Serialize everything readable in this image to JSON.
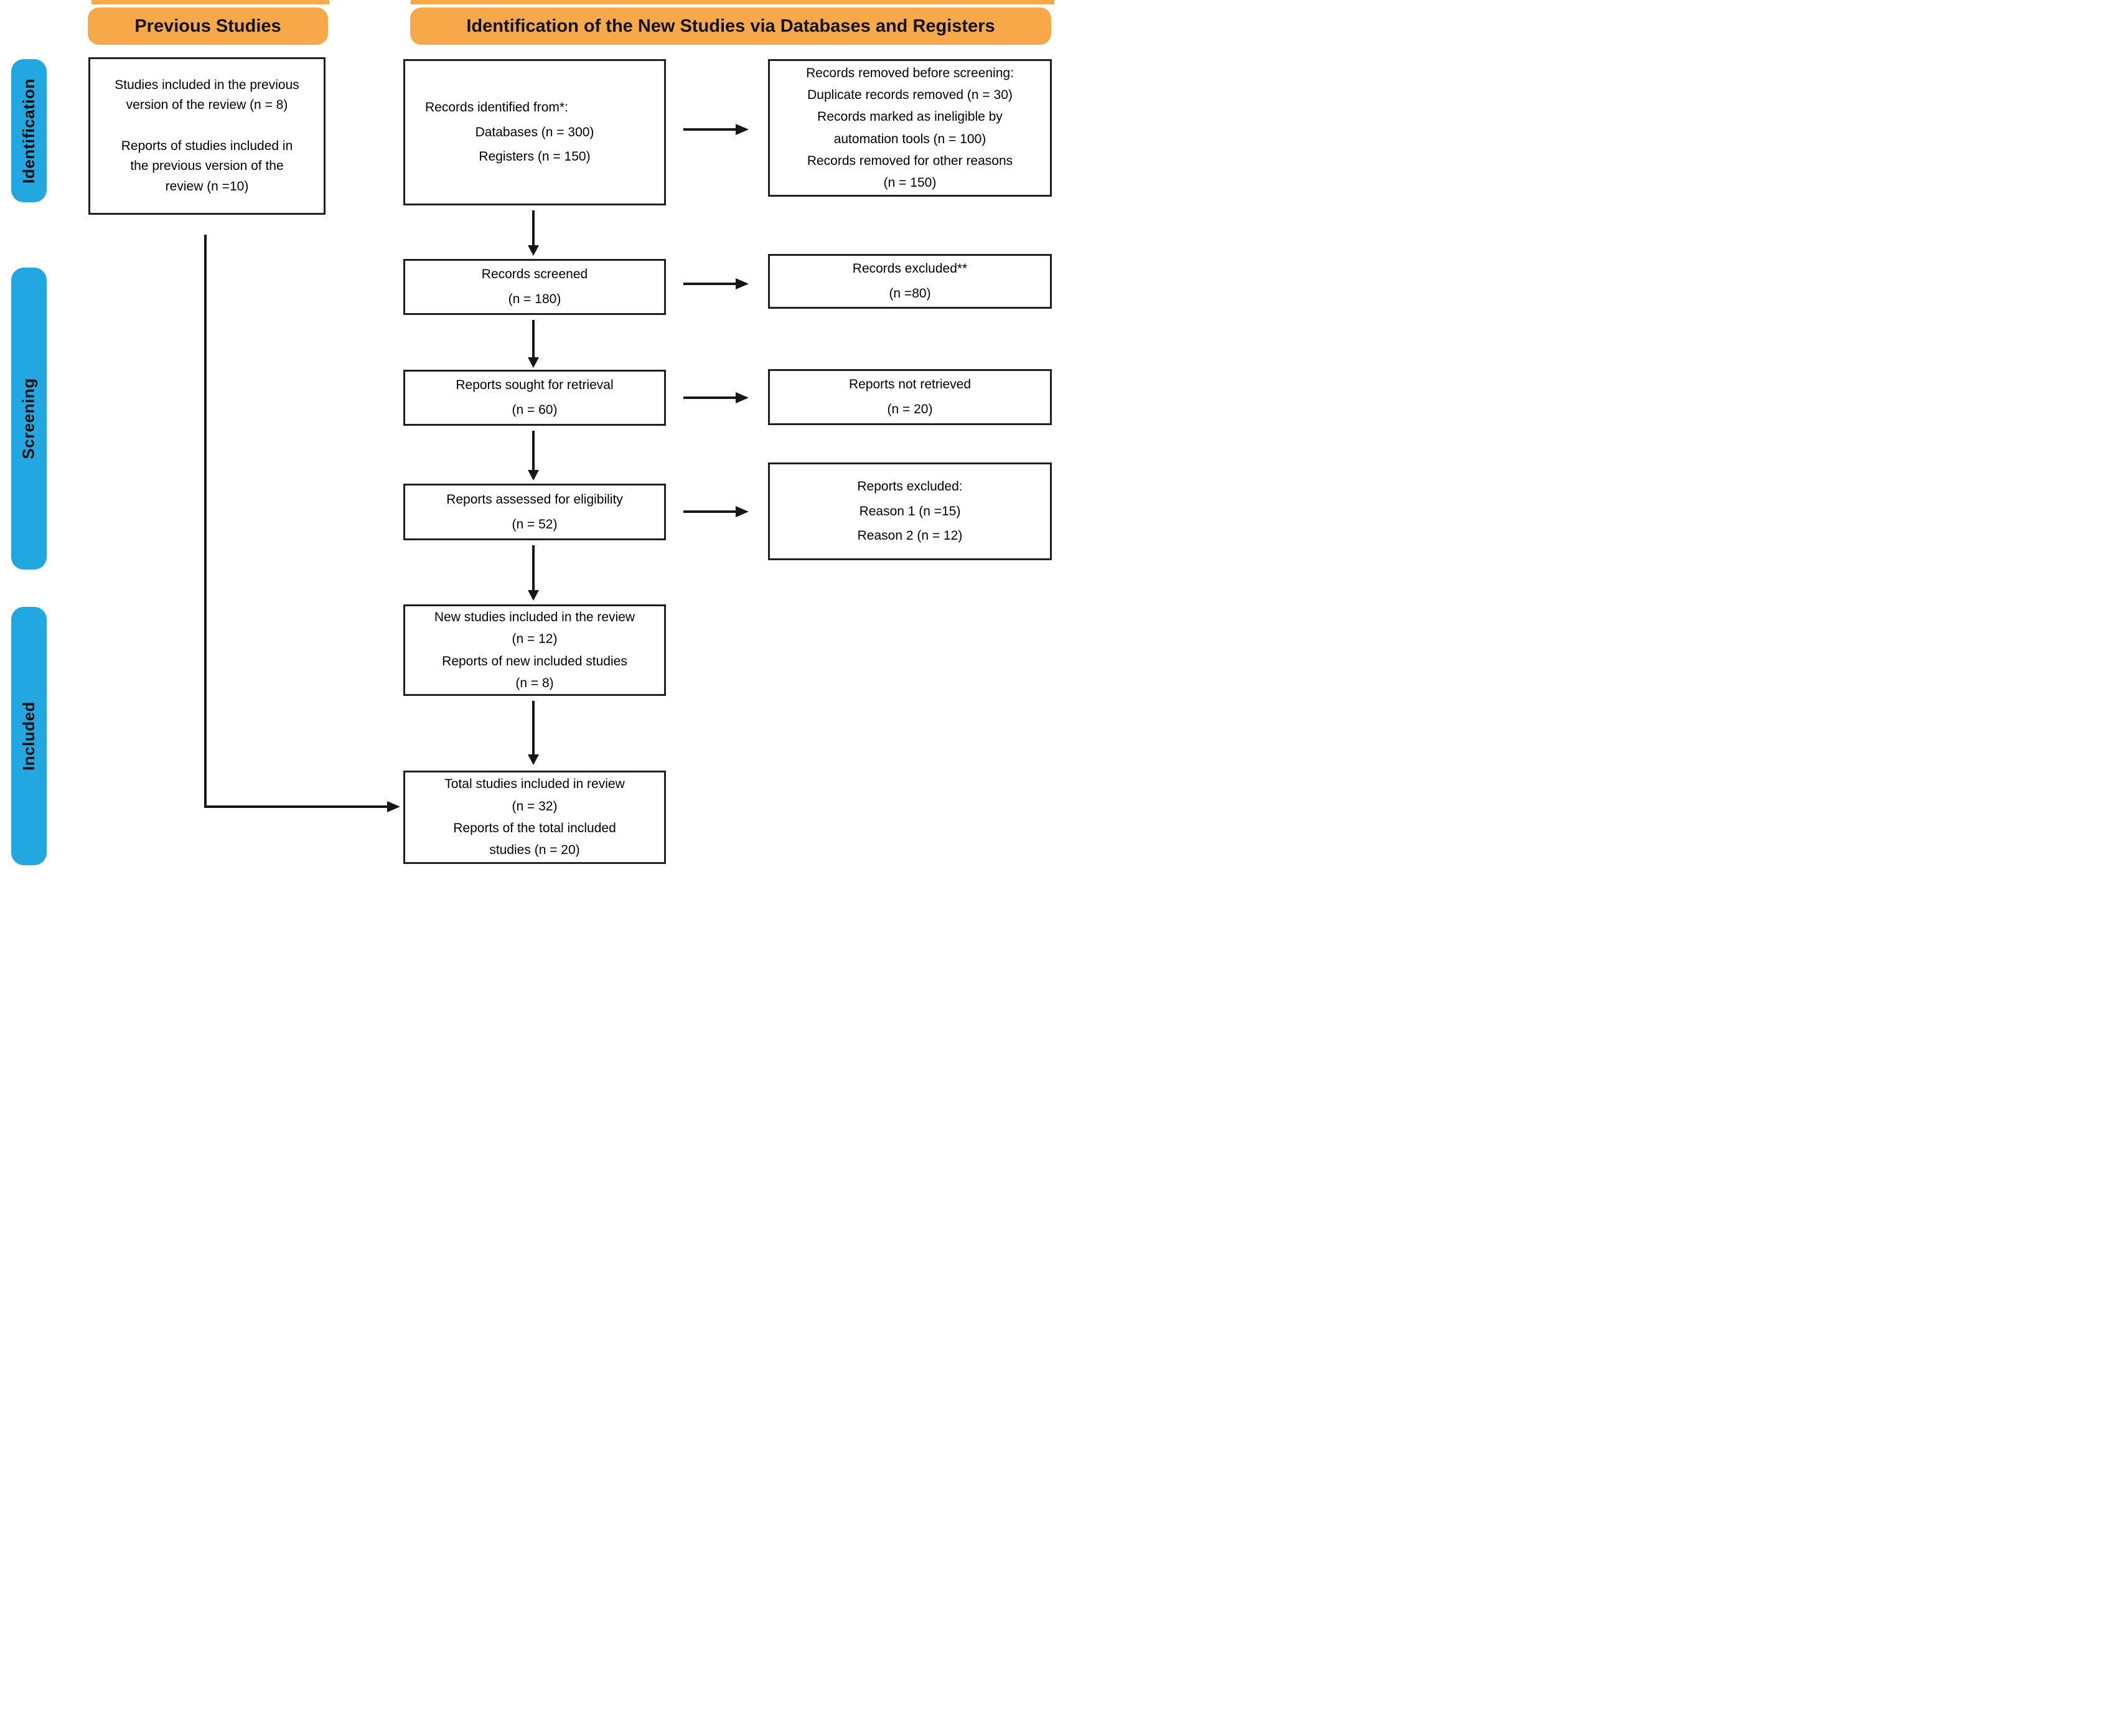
{
  "headers": {
    "previous": "Previous Studies",
    "new_studies": "Identification of the New Studies via Databases and Registers"
  },
  "sidebar": {
    "identification": "Identification",
    "screening": "Screening",
    "included": "Included"
  },
  "boxes": {
    "previous_studies": [
      "Studies included in the previous",
      "version of the review (n = 8)",
      "",
      "Reports of studies included in",
      "the previous version of the",
      "review (n =10)"
    ],
    "records_identified": {
      "intro": "Records identified from*:",
      "items": [
        "Databases (n = 300)",
        "Registers (n = 150)"
      ]
    },
    "records_removed": [
      "Records removed before screening:",
      "Duplicate records removed (n = 30)",
      "Records marked as ineligible by",
      "automation tools (n = 100)",
      "Records removed for other reasons",
      "(n = 150)"
    ],
    "records_screened": [
      "Records screened",
      "(n = 180)"
    ],
    "records_excluded": [
      "Records excluded**",
      "(n =80)"
    ],
    "reports_sought": [
      "Reports sought for retrieval",
      "(n = 60)"
    ],
    "reports_not_retrieved": [
      "Reports not retrieved",
      "(n = 20)"
    ],
    "reports_assessed": [
      "Reports assessed for eligibility",
      "(n = 52)"
    ],
    "reports_excluded": [
      "Reports excluded:",
      "Reason 1 (n =15)",
      "Reason 2 (n = 12)"
    ],
    "new_studies_included": [
      "New studies included in the review",
      "(n = 12)",
      "Reports of new included studies",
      "(n = 8)"
    ],
    "total_studies": [
      "Total studies included in review",
      "(n = 32)",
      "Reports of the total included",
      "studies (n = 20)"
    ]
  },
  "colors": {
    "orange": "#F7A94A",
    "blue": "#22A7E0",
    "line": "#161616"
  }
}
